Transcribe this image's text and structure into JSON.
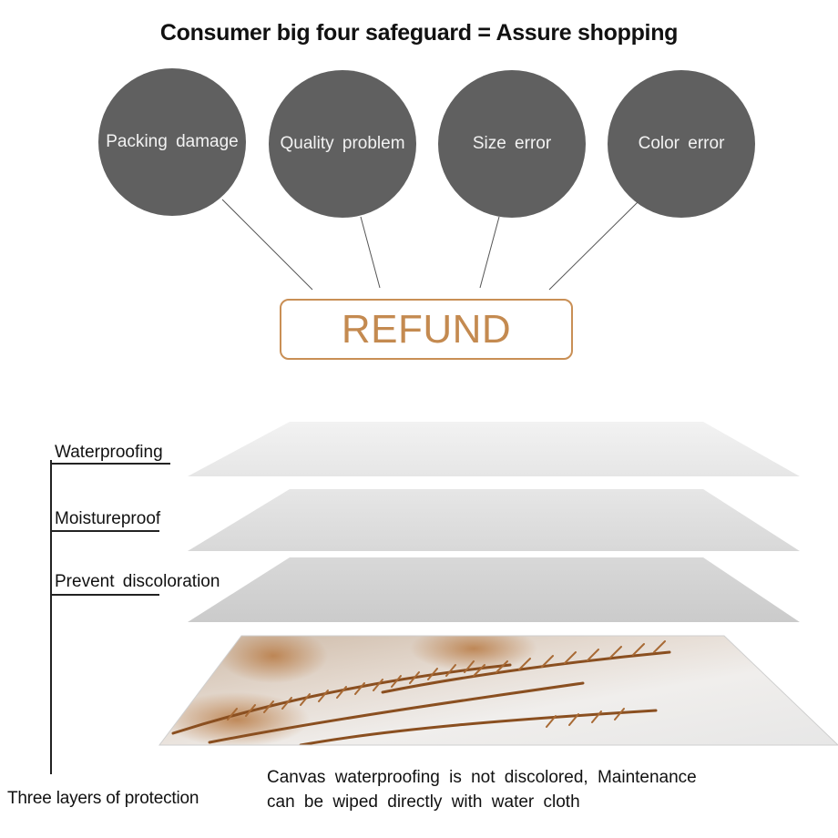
{
  "title": "Consumer big four safeguard = Assure shopping",
  "guarantees": [
    {
      "label": "Packing  damage"
    },
    {
      "label": "Quality  problem"
    },
    {
      "label": "Size  error"
    },
    {
      "label": "Color  error"
    }
  ],
  "refund_label": "REFUND",
  "refund_color": "#c98f55",
  "circle_color": "#606060",
  "layers": [
    {
      "label": "Waterproofing"
    },
    {
      "label": "Moistureproof"
    },
    {
      "label": "Prevent  discoloration"
    }
  ],
  "layers_group_label": "Three layers of protection",
  "caption_line1": "Canvas  waterproofing  is  not  discolored,  Maintenance",
  "caption_line2": "can  be  wiped  directly  with  water  cloth"
}
